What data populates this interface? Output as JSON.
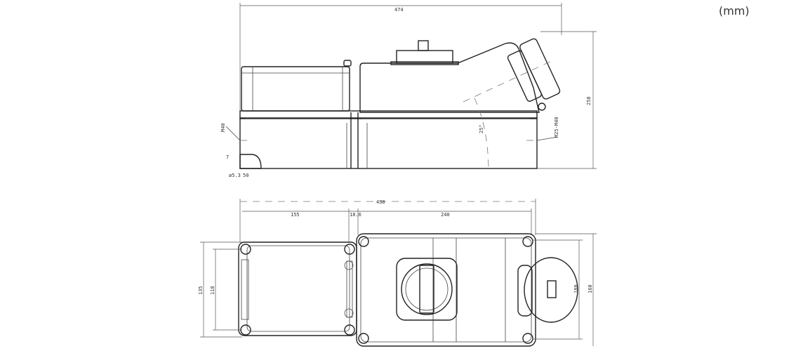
{
  "unit_label": "(mm)",
  "side_view": {
    "overall_width": "474",
    "overall_height": "258",
    "gland_left": "M40",
    "gland_right": "M25-M40",
    "angle": "25°",
    "foot_a": "7",
    "foot_b": "50",
    "foot_c": "ø5.3"
  },
  "top_view": {
    "overall_width": "430",
    "left_width": "155",
    "gap": "18.6",
    "right_width": "240",
    "left_height_outer": "135",
    "left_height_inner": "118",
    "right_height_inner": "180",
    "right_height_outer": "160"
  }
}
